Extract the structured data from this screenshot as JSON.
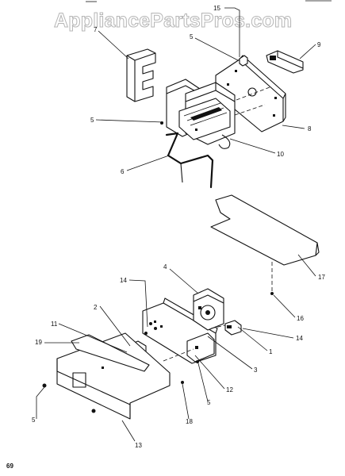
{
  "watermark": "AppliancePartsPros.com",
  "page_number": "69",
  "callouts": [
    {
      "id": "c15",
      "label": "15"
    },
    {
      "id": "c5a",
      "label": "5"
    },
    {
      "id": "c7",
      "label": "7"
    },
    {
      "id": "c9",
      "label": "9"
    },
    {
      "id": "c5b",
      "label": "5"
    },
    {
      "id": "c8",
      "label": "8"
    },
    {
      "id": "c6",
      "label": "6"
    },
    {
      "id": "c10",
      "label": "10"
    },
    {
      "id": "c17",
      "label": "17"
    },
    {
      "id": "c16",
      "label": "16"
    },
    {
      "id": "c4",
      "label": "4"
    },
    {
      "id": "c14a",
      "label": "14"
    },
    {
      "id": "c2",
      "label": "2"
    },
    {
      "id": "c11",
      "label": "11"
    },
    {
      "id": "c19",
      "label": "19"
    },
    {
      "id": "c14b",
      "label": "14"
    },
    {
      "id": "c1",
      "label": "1"
    },
    {
      "id": "c3",
      "label": "3"
    },
    {
      "id": "c12",
      "label": "12"
    },
    {
      "id": "c5c",
      "label": "5"
    },
    {
      "id": "c18",
      "label": "18"
    },
    {
      "id": "c5d",
      "label": "5"
    },
    {
      "id": "c13",
      "label": "13"
    }
  ]
}
